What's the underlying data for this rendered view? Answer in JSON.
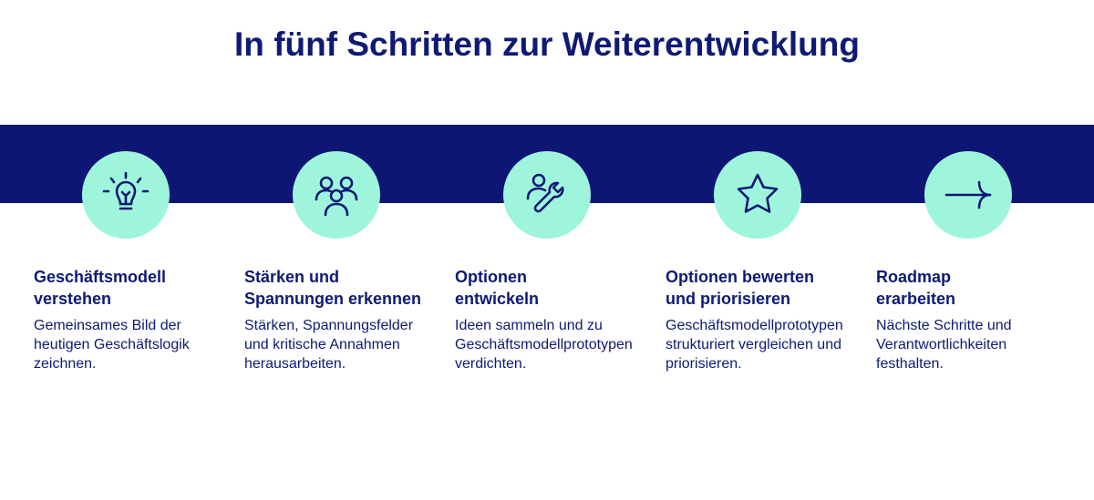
{
  "header": {
    "title": "In fünf Schritten zur Weiterentwicklung"
  },
  "colors": {
    "primary": "#0d1773",
    "accent": "#9ff5dc",
    "text": "#0e1a73"
  },
  "steps": [
    {
      "icon": "lightbulb-icon",
      "title_line1": "Geschäftsmodell",
      "title_line2": "verstehen",
      "desc_line1": "Gemeinsames Bild der",
      "desc_line2": "heutigen Geschäftslogik",
      "desc_line3": "zeichnen."
    },
    {
      "icon": "people-group-icon",
      "title_line1": "Stärken und",
      "title_line2": "Spannungen erkennen",
      "desc_line1": "Stärken, Spannungsfelder",
      "desc_line2": "und kritische Annahmen",
      "desc_line3": "herausarbeiten."
    },
    {
      "icon": "person-wrench-icon",
      "title_line1": "Optionen",
      "title_line2": "entwickeln",
      "desc_line1": "Ideen sammeln und zu",
      "desc_line2": "Geschäftsmodellprototypen",
      "desc_line3": "verdichten."
    },
    {
      "icon": "star-icon",
      "title_line1": "Optionen bewerten",
      "title_line2": "und priorisieren",
      "desc_line1": "Geschäftsmodellprototypen",
      "desc_line2": "strukturiert vergleichen und",
      "desc_line3": "priorisieren."
    },
    {
      "icon": "arrow-right-icon",
      "title_line1": "Roadmap",
      "title_line2": "erarbeiten",
      "desc_line1": "Nächste Schritte und",
      "desc_line2": "Verantwortlichkeiten",
      "desc_line3": "festhalten."
    }
  ]
}
